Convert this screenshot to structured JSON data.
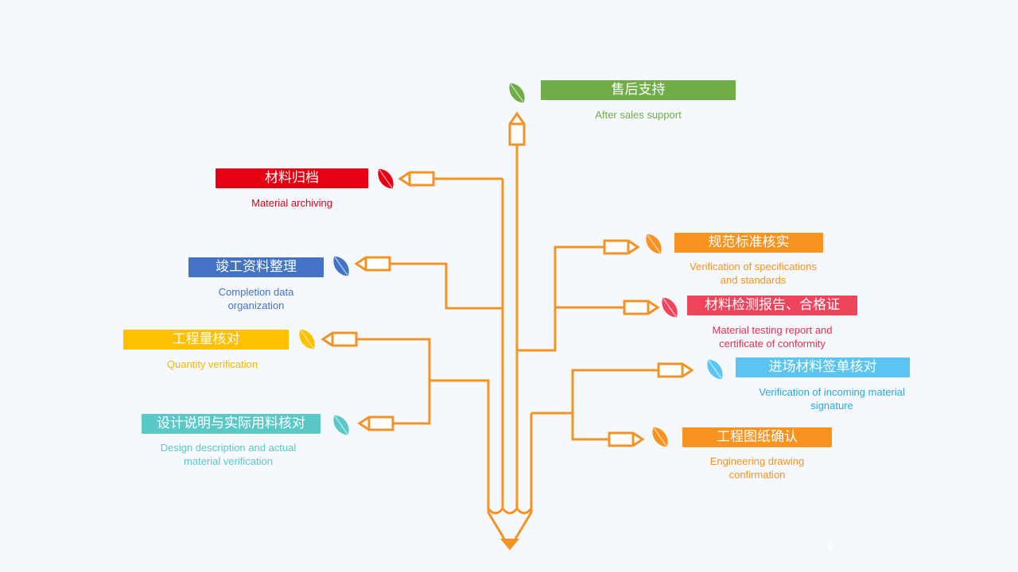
{
  "colors": {
    "stroke": "#f39325",
    "background": "#f5f8fc"
  },
  "diagram": {
    "top": {
      "title": "售后支持",
      "caption": "After sales support",
      "color": "#70ad47",
      "leaf_icon": "leaf-icon"
    },
    "left": [
      {
        "title": "材料归档",
        "caption_lines": [
          "Material archiving"
        ],
        "color": "#e60012",
        "caption_color": "#e60012",
        "leaf_icon": "leaf-icon"
      },
      {
        "title": "竣工资料整理",
        "caption_lines": [
          "Completion data",
          "organization"
        ],
        "color": "#4472c4",
        "caption_color": "#4472c4",
        "leaf_icon": "leaf-icon"
      },
      {
        "title": "工程量核对",
        "caption_lines": [
          "Quantity verification"
        ],
        "color": "#ffc000",
        "caption_color": "#f5b800",
        "leaf_icon": "leaf-icon"
      },
      {
        "title": "设计说明与实际用料核对",
        "caption_lines": [
          "Design description and actual",
          "material verification"
        ],
        "color": "#5bc8c8",
        "caption_color": "#5bc8c8",
        "leaf_icon": "leaf-icon"
      }
    ],
    "right": [
      {
        "title": "规范标准核实",
        "caption_lines": [
          "Verification of specifications",
          "and standards"
        ],
        "color": "#f7931e",
        "caption_color": "#f7931e",
        "leaf_icon": "leaf-icon"
      },
      {
        "title": "材料检测报告、合格证",
        "caption_lines": [
          "Material testing report and",
          "certificate of conformity"
        ],
        "color": "#f0435c",
        "caption_color": "#e8304f",
        "leaf_icon": "leaf-icon"
      },
      {
        "title": "进场材料签单核对",
        "caption_lines": [
          "Verification of incoming material",
          "signature"
        ],
        "color": "#5bc5f2",
        "caption_color": "#29a9e0",
        "leaf_icon": "leaf-icon"
      },
      {
        "title": "工程图纸确认",
        "caption_lines": [
          "Engineering drawing",
          "confirmation"
        ],
        "color": "#f7931e",
        "caption_color": "#f7931e",
        "leaf_icon": "leaf-icon"
      }
    ]
  },
  "page_number": "9"
}
